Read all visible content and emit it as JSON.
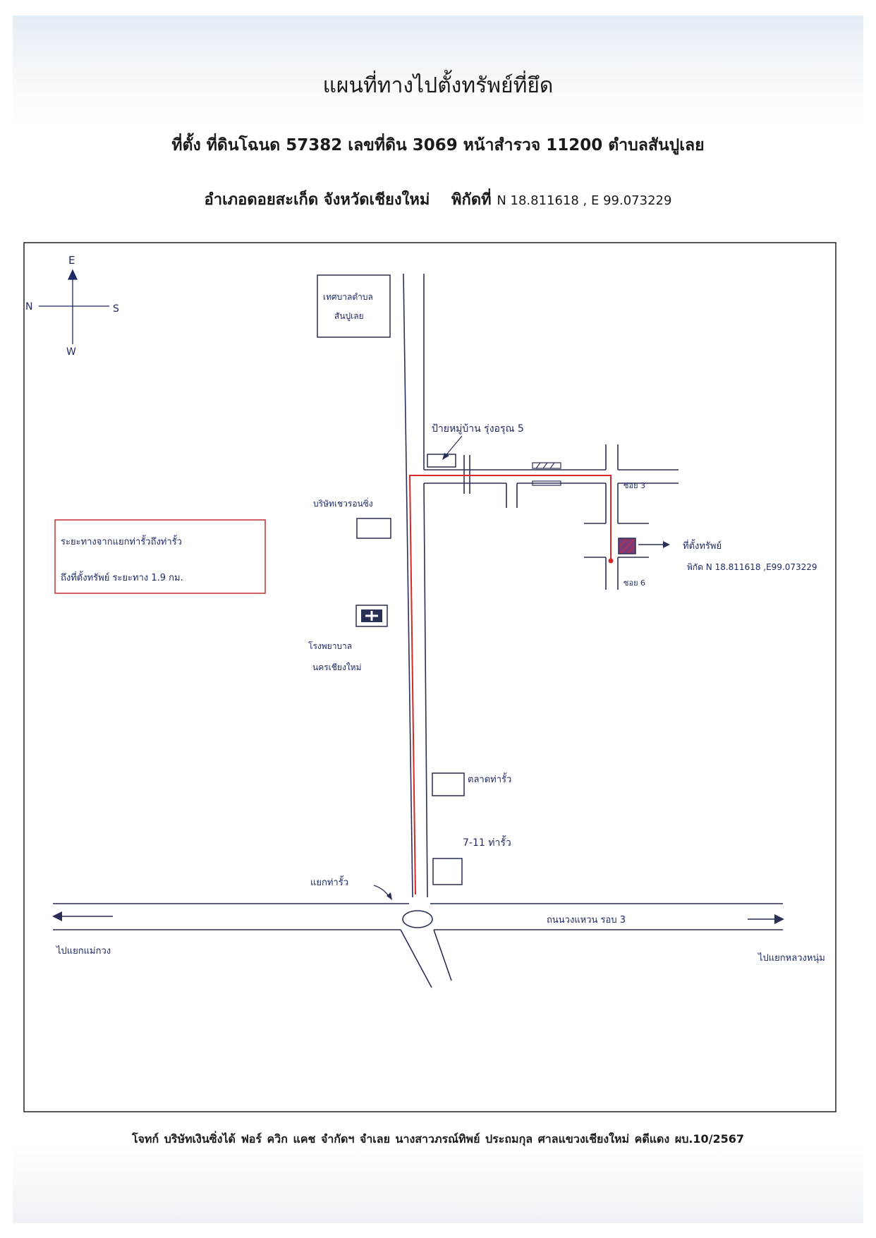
{
  "header": {
    "title": "แผนที่ทางไปตั้งทรัพย์ที่ยึด",
    "location_line": "ที่ตั้ง ที่ดินโฉนด 57382 เลขที่ดิน 3069 หน้าสำรวจ 11200 ตำบลสันปูเลย",
    "district_line": "อำเภอดอยสะเก็ด  จังหวัดเชียงใหม่",
    "coords_label": "พิกัดที่",
    "coords_value": "N 18.811618 , E 99.073229"
  },
  "compass": {
    "north": "N",
    "south": "S",
    "east": "E",
    "west": "W"
  },
  "map_labels": {
    "municipal_office_line1": "เทศบาลตำบล",
    "municipal_office_line2": "สันปูเลย",
    "village_sign": "ป้ายหมู่บ้าน รุ่งอรุณ 5",
    "company": "บริษัทเชวรอนซิ่ง",
    "soi3": "ซอย 3",
    "soi6": "ซอย 6",
    "property_label": "ที่ตั้งทรัพย์",
    "property_coords": "พิกัด N 18.811618 ,E99.073229",
    "hospital_line1": "โรงพยาบาล",
    "hospital_line2": "นครเชียงใหม่",
    "market": "ตลาดท่ารั้ว",
    "seven_eleven": "7-11 ท่ารั้ว",
    "intersection": "แยกท่ารั้ว",
    "ring_road": "ถนนวงแหวน รอบ 3",
    "to_left": "ไปแยกแม่กวง",
    "to_right": "ไปแยกหลวงหนุ่ม"
  },
  "distance_note": {
    "line1": "ระยะทางจากแยกท่ารั้วถึงท่ารั้ว",
    "line2": "ถึงที่ตั้งทรัพย์ ระยะทาง   1.9 กม."
  },
  "footer": {
    "text": "โจทก์ บริษัทเงินซิ่งได้ ฟอร์ ควิก แคช จำกัดฯ    จำเลย นางสาวภรณ์ทิพย์  ประถมกุล   ศาลแขวงเชียงใหม่  คดีแดง ผบ.10/2567"
  },
  "colors": {
    "route": "#d42a2a",
    "ink": "#1f2a66",
    "frame": "#222222"
  }
}
